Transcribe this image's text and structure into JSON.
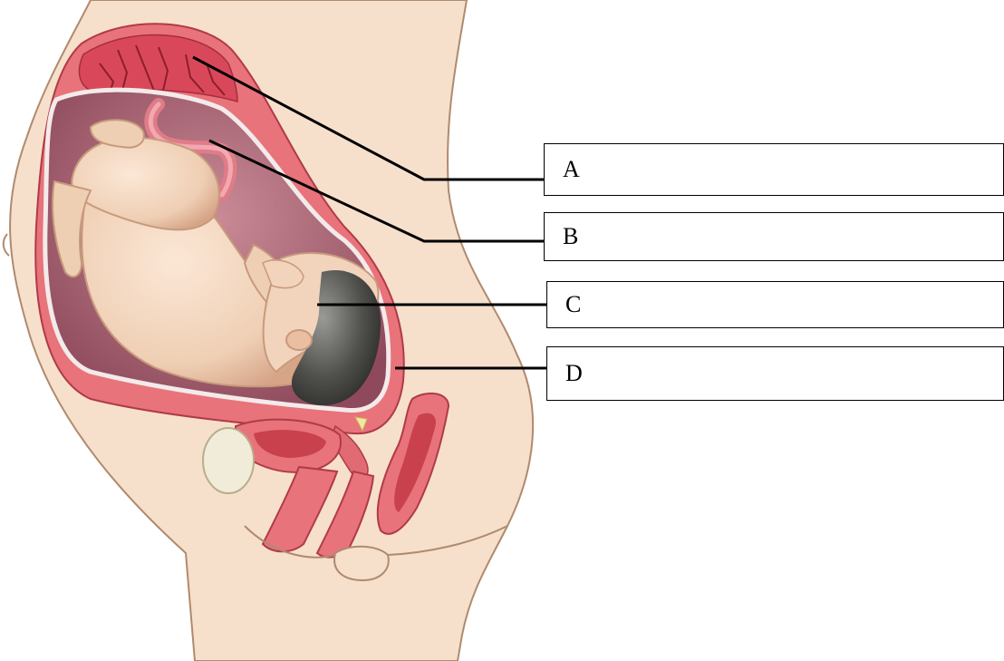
{
  "labels": [
    {
      "key": "A",
      "text": "A"
    },
    {
      "key": "B",
      "text": "B"
    },
    {
      "key": "C",
      "text": "C"
    },
    {
      "key": "D",
      "text": "D"
    }
  ],
  "colors": {
    "skin": "#f6e0cc",
    "skin_outline": "#b08a6e",
    "uterus_wall": "#e8737a",
    "uterus_dark": "#c9414d",
    "placenta": "#d9485a",
    "amniotic": "#a96a7a",
    "fetus_skin": "#f4d6bf",
    "fetus_shadow": "#d9a98c",
    "hair": "#4a4a48",
    "leader_line": "#000000"
  }
}
